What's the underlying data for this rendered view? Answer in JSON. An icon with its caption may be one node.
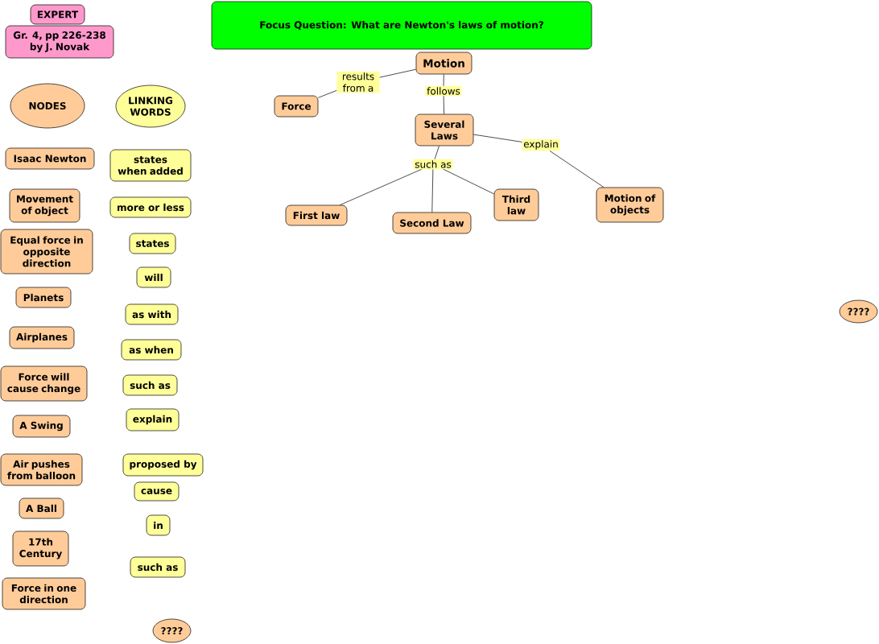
{
  "diagram": {
    "nodes": [
      {
        "text": [
          "EXPERT"
        ]
      },
      {
        "text": [
          "Gr. 4, pp 226-238 by J. Novak"
        ]
      },
      {
        "text": [
          "Focus Question: What are Newton's laws of motion?"
        ]
      },
      {
        "text": [
          "Motion"
        ]
      },
      {
        "text": [
          "results from a"
        ]
      },
      {
        "text": [
          "follows"
        ]
      },
      {
        "text": [
          "Force"
        ]
      },
      {
        "text": [
          "Several Laws"
        ]
      },
      {
        "text": [
          "explain"
        ]
      },
      {
        "text": [
          "such as"
        ]
      },
      {
        "text": [
          "First law"
        ]
      },
      {
        "text": [
          "Second Law"
        ]
      },
      {
        "text": [
          "Third law"
        ]
      },
      {
        "text": [
          "Motion of objects"
        ]
      },
      {
        "text": [
          "NODES"
        ]
      },
      {
        "text": [
          "LINKING WORDS"
        ]
      },
      {
        "text": [
          "Isaac Newton"
        ]
      },
      {
        "text": [
          "states when added"
        ]
      },
      {
        "text": [
          "Movement of object"
        ]
      },
      {
        "text": [
          "more or less"
        ]
      },
      {
        "text": [
          "Equal force in opposite direction"
        ]
      },
      {
        "text": [
          "states"
        ]
      },
      {
        "text": [
          "will"
        ]
      },
      {
        "text": [
          "Planets"
        ]
      },
      {
        "text": [
          "as with"
        ]
      },
      {
        "text": [
          "Airplanes"
        ]
      },
      {
        "text": [
          "as when"
        ]
      },
      {
        "text": [
          "Force will cause change"
        ]
      },
      {
        "text": [
          "such as"
        ]
      },
      {
        "text": [
          "explain"
        ]
      },
      {
        "text": [
          "A Swing"
        ]
      },
      {
        "text": [
          "Air pushes from balloon"
        ]
      },
      {
        "text": [
          "proposed by"
        ]
      },
      {
        "text": [
          "cause"
        ]
      },
      {
        "text": [
          "A Ball"
        ]
      },
      {
        "text": [
          "in"
        ]
      },
      {
        "text": [
          "17th Century"
        ]
      },
      {
        "text": [
          "such as"
        ]
      },
      {
        "text": [
          "Force in one direction"
        ]
      },
      {
        "text": [
          "????"
        ]
      },
      {
        "text": [
          "????"
        ]
      }
    ],
    "edges": [
      {
        "from": 3,
        "to": 4,
        "arrow": "none"
      },
      {
        "from": 4,
        "to": 6,
        "arrow": "none"
      },
      {
        "from": 3,
        "to": 5,
        "arrow": "none"
      },
      {
        "from": 5,
        "to": 7,
        "arrow": "none"
      },
      {
        "from": 7,
        "to": 8,
        "arrow": "none"
      },
      {
        "from": 8,
        "to": 13,
        "arrow": "none"
      },
      {
        "from": 7,
        "to": 9,
        "arrow": "none"
      },
      {
        "from": 9,
        "to": 10,
        "arrow": "none"
      },
      {
        "from": 9,
        "to": 11,
        "arrow": "none"
      },
      {
        "from": 9,
        "to": 12,
        "arrow": "none"
      }
    ]
  }
}
